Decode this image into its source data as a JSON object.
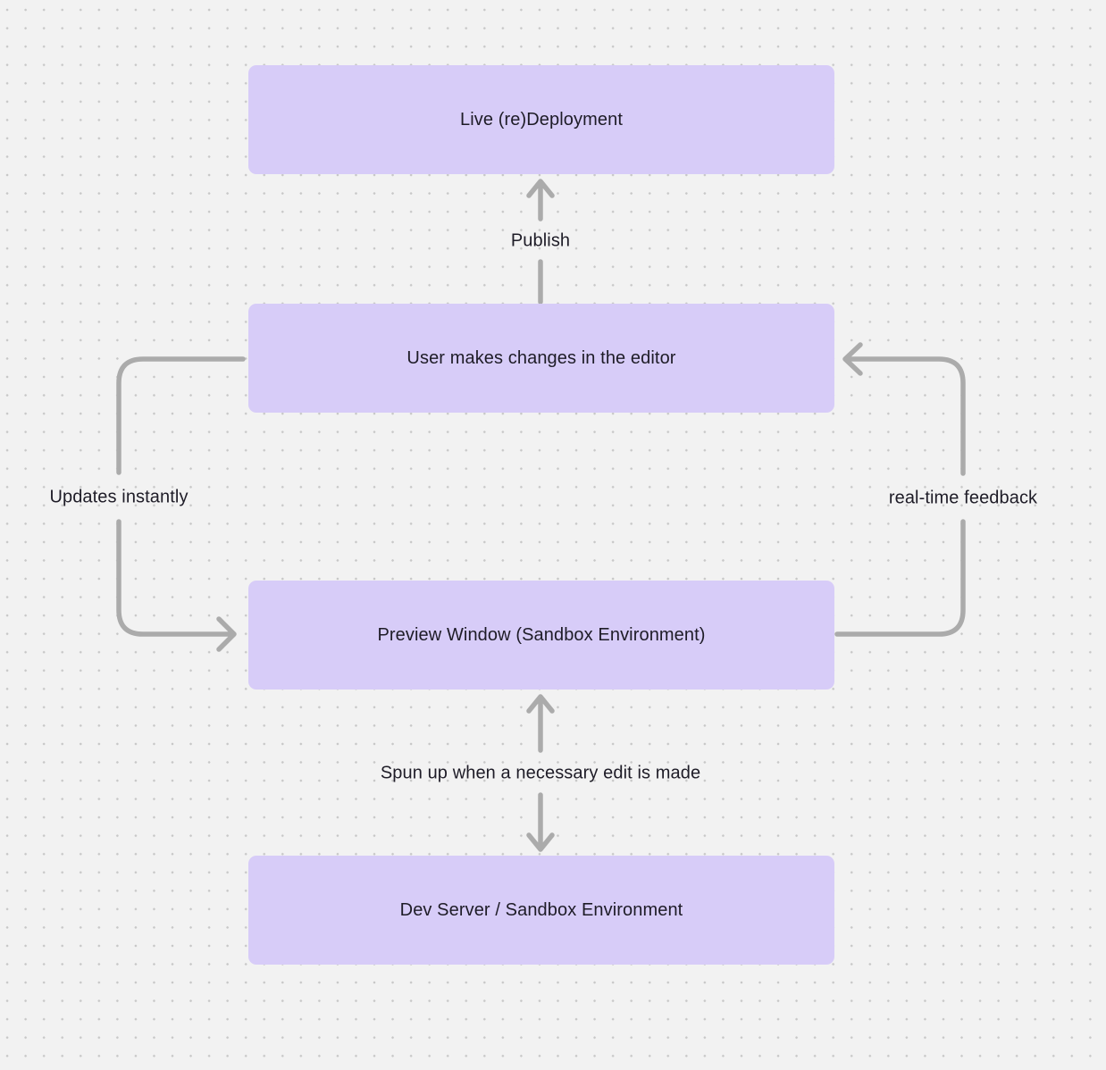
{
  "diagram": {
    "nodes": [
      {
        "id": "live-redeployment",
        "label": "Live (re)Deployment"
      },
      {
        "id": "user-editor",
        "label": "User makes changes in the editor"
      },
      {
        "id": "preview-window",
        "label": "Preview Window (Sandbox Environment)"
      },
      {
        "id": "dev-server",
        "label": "Dev Server / Sandbox Environment"
      }
    ],
    "edges": [
      {
        "id": "publish",
        "label": "Publish",
        "from": "user-editor",
        "to": "live-redeployment",
        "direction": "up"
      },
      {
        "id": "updates-instantly",
        "label": "Updates instantly",
        "from": "user-editor",
        "to": "preview-window",
        "direction": "down-then-right"
      },
      {
        "id": "real-time-feedback",
        "label": "real-time feedback",
        "from": "preview-window",
        "to": "user-editor",
        "direction": "up-then-left"
      },
      {
        "id": "spun-up",
        "label": "Spun up when a necessary edit is made",
        "from": "preview-window",
        "to": "dev-server",
        "direction": "both"
      }
    ],
    "colors": {
      "background": "#f2f2f2",
      "dot_grid": "#c7c7c7",
      "node_fill": "#d7ccf8",
      "node_text": "#1e1c27",
      "arrow": "#ababab"
    }
  }
}
